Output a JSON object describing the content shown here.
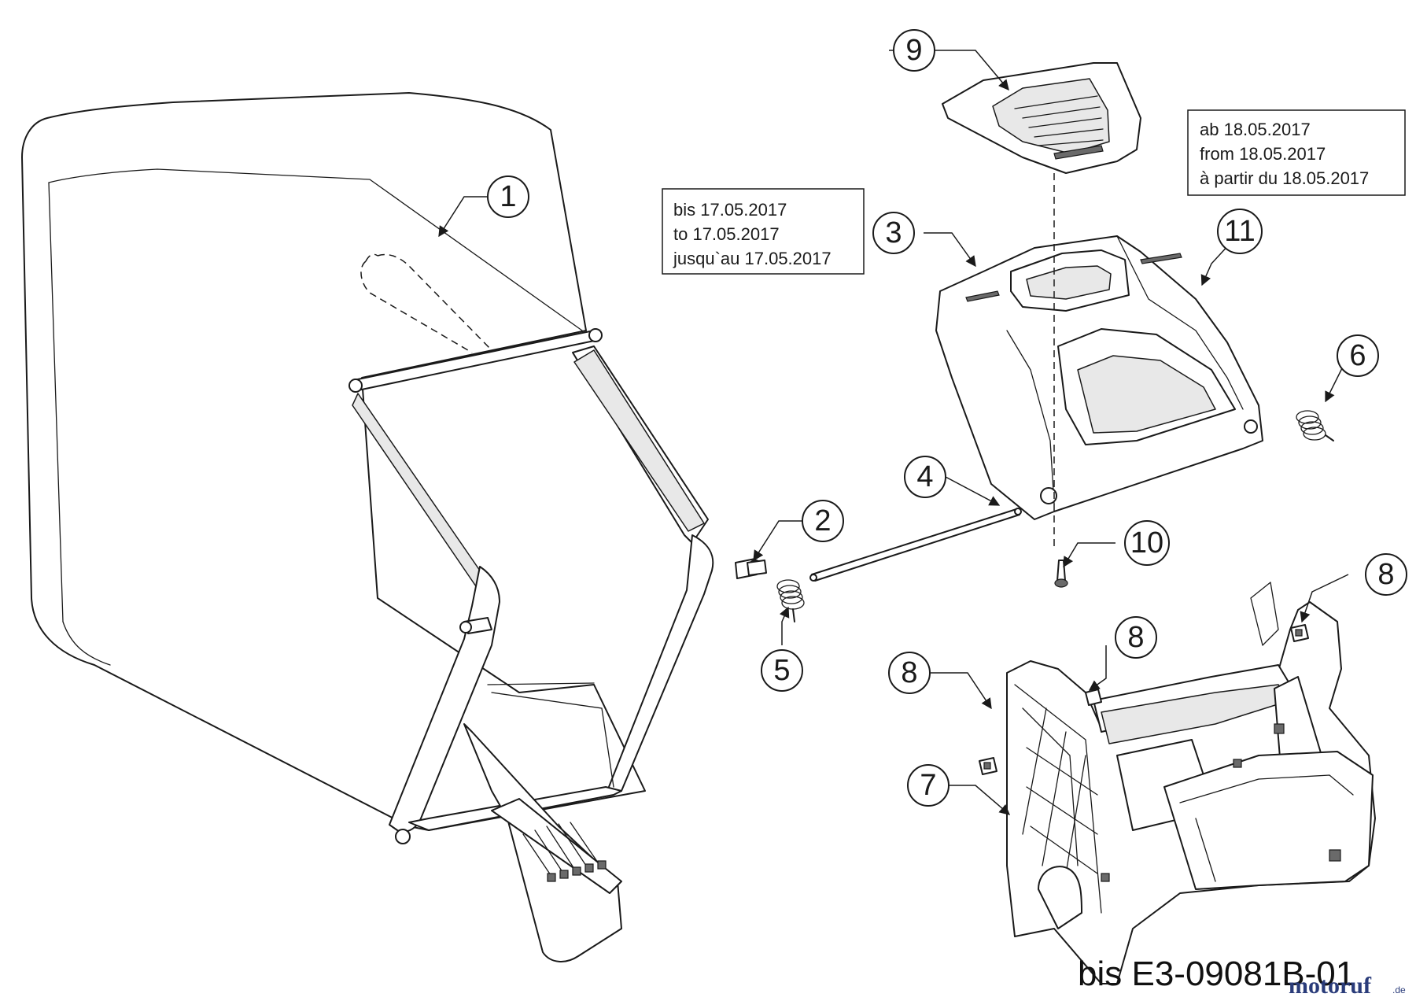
{
  "callouts": [
    {
      "id": "1",
      "label": "1"
    },
    {
      "id": "2",
      "label": "2"
    },
    {
      "id": "3",
      "label": "3"
    },
    {
      "id": "4",
      "label": "4"
    },
    {
      "id": "5",
      "label": "5"
    },
    {
      "id": "6",
      "label": "6"
    },
    {
      "id": "7",
      "label": "7"
    },
    {
      "id": "8a",
      "label": "8"
    },
    {
      "id": "8b",
      "label": "8"
    },
    {
      "id": "8c",
      "label": "8"
    },
    {
      "id": "9",
      "label": "9"
    },
    {
      "id": "10",
      "label": "10"
    },
    {
      "id": "11",
      "label": "11"
    }
  ],
  "notes": {
    "until": [
      "bis 17.05.2017",
      "to 17.05.2017",
      "jusqu`au 17.05.2017"
    ],
    "from": [
      "ab 18.05.2017",
      "from 18.05.2017",
      "à partir du 18.05.2017"
    ]
  },
  "figure_code": "bis E3-09081B-01",
  "watermark": {
    "brand": "motoruf",
    "suffix": ".de"
  }
}
